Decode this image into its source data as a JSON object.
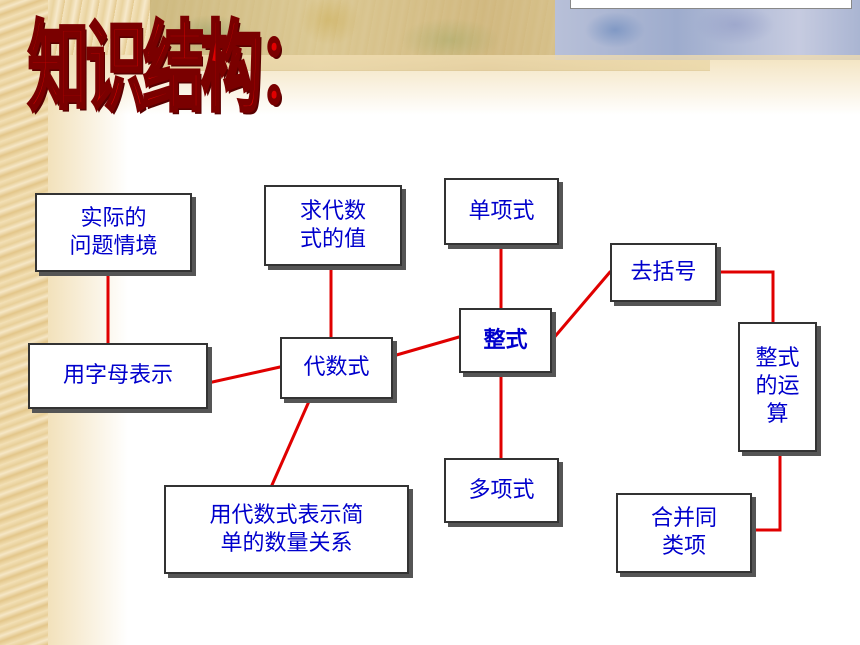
{
  "title": "知识结构：",
  "nodes": {
    "shiji": "实际的\n问题情境",
    "yongzimu": "用字母表示",
    "qiudaishu": "求代数\n式的值",
    "daishushi": "代数式",
    "yongdaishu": "用代数式表示简\n单的数量关系",
    "danxiangshi": "单项式",
    "zhengshi": "整式",
    "duoxiangshi": "多项式",
    "quguohao": "去括号",
    "yunsuan": "整式\n的运\n算",
    "hebing": "合并同\n类项"
  },
  "colors": {
    "node_text": "#0000cc",
    "connector": "#e00000",
    "title": "#e00000"
  }
}
